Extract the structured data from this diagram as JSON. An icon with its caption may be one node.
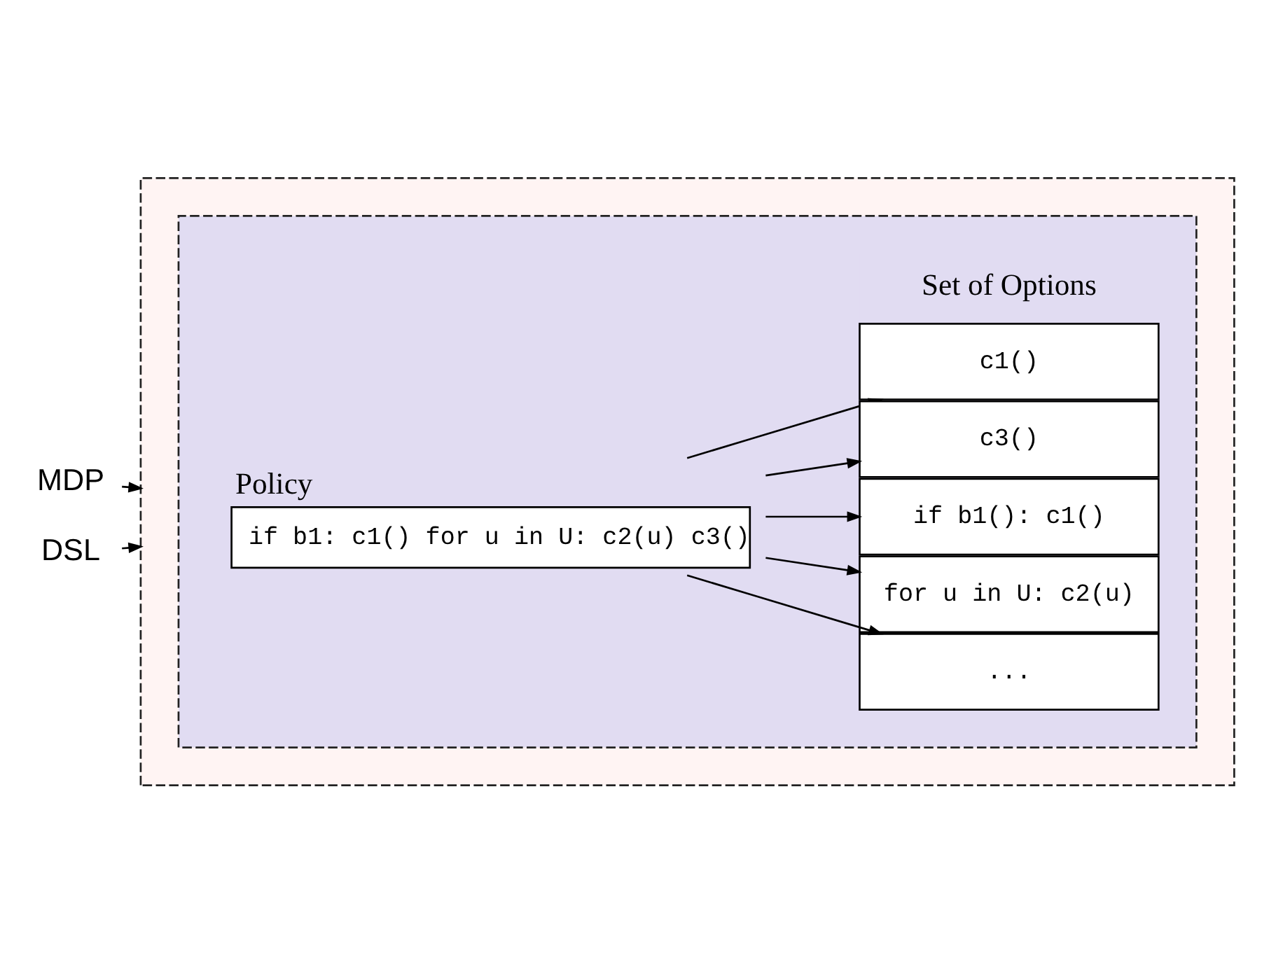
{
  "diagram": {
    "nodes": [
      {
        "text": [],
        "shape": "box"
      },
      {
        "text": [],
        "shape": "box",
        "in": 0
      },
      {
        "text": [
          "Policy",
          "if b1: c1() for u in U: c2(u) c3()"
        ],
        "in": 1
      },
      {
        "text": [
          "c1()"
        ],
        "in": 1
      },
      {
        "text": [
          "c3()"
        ],
        "in": 1
      },
      {
        "text": [
          "if b1(): c1()"
        ],
        "in": 1
      },
      {
        "text": [
          "for u in U: c2(u)"
        ],
        "in": 1
      },
      {
        "text": [
          "..."
        ],
        "in": 1
      },
      {
        "text": [
          "MDP"
        ]
      },
      {
        "text": [
          "DSL"
        ]
      }
    ],
    "edges": [
      {
        "from": 2,
        "to": 3,
        "arrow": "to"
      },
      {
        "from": 2,
        "to": 4,
        "arrow": "to"
      },
      {
        "from": 2,
        "to": 5,
        "arrow": "to"
      },
      {
        "from": 2,
        "to": 6,
        "arrow": "to"
      },
      {
        "from": 2,
        "to": 7,
        "arrow": "to"
      },
      {
        "from": 8,
        "to": 0,
        "arrow": "to"
      },
      {
        "from": 9,
        "to": 0,
        "arrow": "to"
      }
    ],
    "labels": [
      "Set of Options"
    ]
  }
}
